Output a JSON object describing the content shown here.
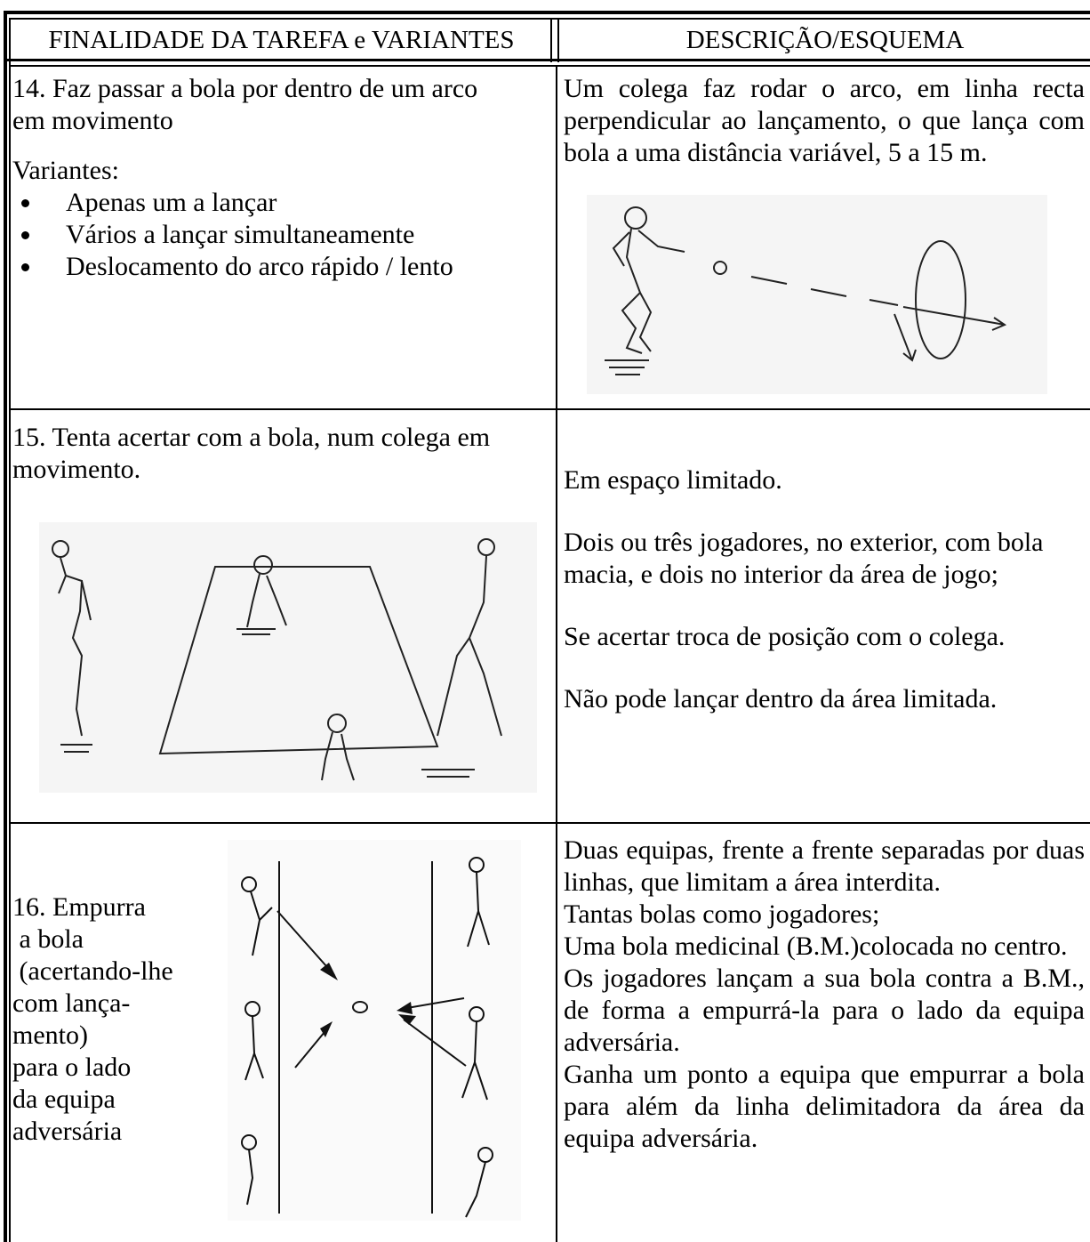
{
  "header": {
    "col1": "FINALIDADE DA TAREFA e VARIANTES",
    "col2": "DESCRIÇÃO/ESQUEMA"
  },
  "rows": [
    {
      "task": "14. Faz passar a bola por dentro de um arco em movimento",
      "variants_label": "Variantes:",
      "variants": [
        "Apenas um a lançar",
        "Vários a lançar simultaneamente",
        "Deslocamento do arco rápido / lento"
      ],
      "description": "Um colega faz rodar o arco, em linha recta perpendicular ao lançamento, o que lança com bola a uma distância variável, 5 a 15 m."
    },
    {
      "task": "15. Tenta acertar com a bola, num colega em movimento.",
      "description": [
        "Em espaço limitado.",
        "Dois ou três jogadores, no exterior,  com bola macia, e dois no interior da área de jogo;",
        "Se acertar troca de posição com o colega.",
        "Não pode lançar dentro da área limitada."
      ]
    },
    {
      "task_lines": [
        "16. Empurra",
        " a bola",
        " (acertando-lhe",
        "com lança-",
        "mento)",
        "para o lado",
        "da equipa",
        "adversária"
      ],
      "description": [
        "Duas equipas, frente a frente separadas por duas linhas, que limitam a área interdita.",
        "Tantas bolas como jogadores;",
        "Uma bola medicinal (B.M.)colocada no centro.",
        "Os jogadores lançam a sua bola contra a B.M., de forma a empurrá-la para o lado da equipa adversária.",
        "Ganha um ponto a equipa que empurrar a bola para além da linha delimitadora da área da equipa adversária."
      ]
    }
  ]
}
